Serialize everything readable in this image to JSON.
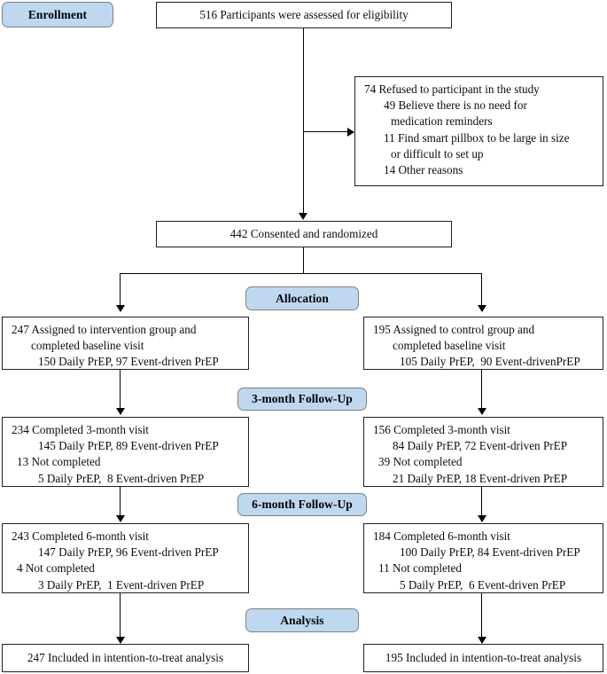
{
  "diagram": {
    "title": "CONSORT participant flow diagram",
    "accent_color": "#bed8f0",
    "line_color": "#000000",
    "box_border_color": "#231f20"
  },
  "stages": {
    "enrollment": "Enrollment",
    "allocation": "Allocation",
    "followup_3m": "3-month Follow-Up",
    "followup_6m": "6-month Follow-Up",
    "analysis": "Analysis"
  },
  "nodes": {
    "assessed": {
      "lines": [
        "516 Participants were assessed for eligibility"
      ]
    },
    "refused": {
      "lines": [
        "74 Refused to participant in the study",
        "49 Believe there is no need for",
        "medication reminders",
        "11 Find smart pillbox to be large in size",
        "or difficult to set up",
        "14 Other reasons"
      ]
    },
    "randomized": {
      "lines": [
        "442 Consented and randomized"
      ]
    },
    "alloc_intervention": {
      "lines": [
        "247 Assigned to intervention group and",
        "completed baseline visit",
        "150 Daily PrEP, 97 Event-driven PrEP"
      ]
    },
    "alloc_control": {
      "lines": [
        "195 Assigned to control group and",
        "completed baseline visit",
        "105 Daily PrEP,  90 Event-drivenPrEP"
      ]
    },
    "m3_intervention": {
      "lines": [
        "234 Completed 3-month visit",
        "145 Daily PrEP, 89 Event-driven PrEP",
        "13 Not completed",
        "5 Daily PrEP,  8 Event-driven PrEP"
      ]
    },
    "m3_control": {
      "lines": [
        "156 Completed 3-month visit",
        "84 Daily PrEP, 72 Event-driven PrEP",
        "39 Not completed",
        "21 Daily PrEP, 18 Event-driven PrEP"
      ]
    },
    "m6_intervention": {
      "lines": [
        "243 Completed 6-month visit",
        "147 Daily PrEP, 96 Event-driven PrEP",
        "4 Not completed",
        "3 Daily PrEP,  1 Event-driven PrEP"
      ]
    },
    "m6_control": {
      "lines": [
        "184 Completed 6-month visit",
        "100 Daily PrEP, 84 Event-driven PrEP",
        "11 Not completed",
        "5 Daily PrEP,  6 Event-driven PrEP"
      ]
    },
    "analysis_intervention": {
      "lines": [
        "247 Included in intention-to-treat analysis"
      ]
    },
    "analysis_control": {
      "lines": [
        "195 Included in intention-to-treat analysis"
      ]
    }
  }
}
